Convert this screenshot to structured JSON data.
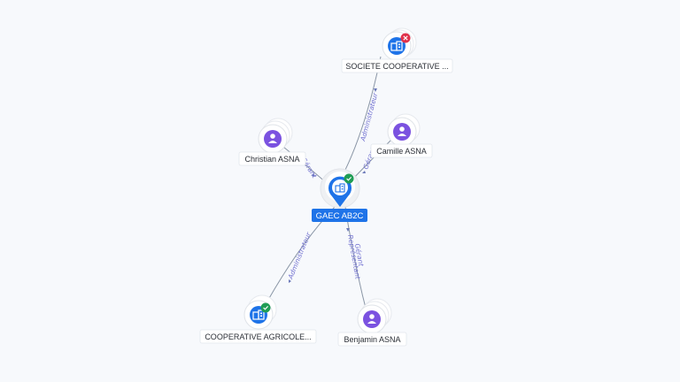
{
  "colors": {
    "person": "#7b52e0",
    "company": "#1e73e8",
    "ok_badge": "#1f9d55",
    "closed_badge": "#e0314b"
  },
  "center": {
    "label": "GAEC AB2C",
    "icon": "building-icon",
    "status": "active"
  },
  "nodes": {
    "societe": {
      "label": "SOCIETE COOPERATIVE ...",
      "icon": "building-icon",
      "status": "closed"
    },
    "camille": {
      "label": "Camille ASNA",
      "icon": "person-icon"
    },
    "christian": {
      "label": "Christian ASNA",
      "icon": "person-icon"
    },
    "cooperative": {
      "label": "COOPERATIVE AGRICOLE...",
      "icon": "building-icon",
      "status": "active"
    },
    "benjamin": {
      "label": "Benjamin ASNA",
      "icon": "person-icon"
    }
  },
  "edges": {
    "societe": {
      "role": "Administrateur"
    },
    "camille": {
      "role": "Gérant"
    },
    "christian": {
      "role": "Gérant"
    },
    "cooperative": {
      "role": "Administrateur"
    },
    "benjamin": {
      "role_1": "Gérant",
      "role_2": "Représentant"
    }
  }
}
